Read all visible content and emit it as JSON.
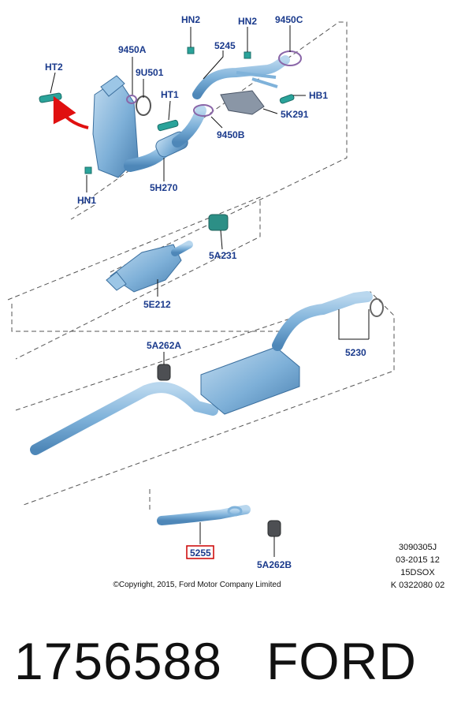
{
  "callouts": {
    "hn2_a": "HN2",
    "hn2_b": "HN2",
    "c9450c": "9450C",
    "c5245": "5245",
    "c9450a": "9450A",
    "ht2": "HT2",
    "c9u501": "9U501",
    "ht1": "HT1",
    "hb1": "HB1",
    "c5k291": "5K291",
    "c9450b": "9450B",
    "c5h270": "5H270",
    "hn1": "HN1",
    "c5a231": "5A231",
    "c5e212": "5E212",
    "c5230": "5230",
    "c5a262a": "5A262A",
    "c5255": "5255",
    "c5a262b": "5A262B"
  },
  "highlight_color": "#cc0000",
  "arrow_color": "#e01010",
  "part_color": "#7fb2da",
  "info_block": {
    "line1": "3090305J",
    "line2": "03-2015 12",
    "line3": "15DSOX",
    "line4": "K 0322080 02"
  },
  "copyright": "©Copyright, 2015, Ford Motor Company Limited",
  "footer": {
    "part_number": "1756588",
    "brand": "FORD"
  }
}
